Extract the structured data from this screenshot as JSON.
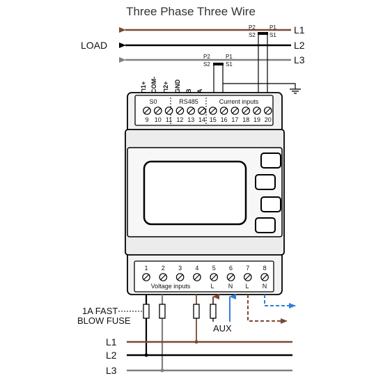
{
  "title": "Three Phase Three Wire",
  "colors": {
    "l1": "#7a4a32",
    "l2": "#000000",
    "l3": "#808080",
    "aux": "#2f7fd6",
    "out_dashed": "#7a4a32",
    "device_fill": "#f2f2f2",
    "panel_fill": "#ffffff"
  },
  "top": {
    "load_label": "LOAD",
    "lines": [
      "L1",
      "L2",
      "L3"
    ],
    "ct1": {
      "p2": "P2",
      "p1": "P1",
      "s2": "S2",
      "s1": "S1"
    },
    "ct3": {
      "p2": "P2",
      "p1": "P1",
      "s2": "S2",
      "s1": "S1"
    },
    "pin_labels": [
      "⊓1+",
      "COM-",
      "⊓2+",
      "GND",
      "B",
      "A"
    ]
  },
  "top_block": {
    "groups": [
      "S0",
      "RS485",
      "Current inputs"
    ],
    "terminals": [
      "9",
      "10",
      "11",
      "12",
      "13",
      "14",
      "15",
      "16",
      "17",
      "18",
      "19",
      "20"
    ]
  },
  "bottom_block": {
    "terminals": [
      "1",
      "2",
      "3",
      "4",
      "5",
      "6",
      "7",
      "8"
    ],
    "group_label": "Voltage inputs",
    "sub_labels": [
      "L",
      "N",
      "L",
      "N"
    ]
  },
  "bottom": {
    "fuse_label_1": "1A FAST",
    "fuse_label_2": "BLOW FUSE",
    "aux_label": "AUX",
    "lines": [
      "L1",
      "L2",
      "L3"
    ]
  },
  "icons": {
    "ground": "ground-icon",
    "fuse": "fuse-icon",
    "screw": "screw-terminal-icon"
  }
}
